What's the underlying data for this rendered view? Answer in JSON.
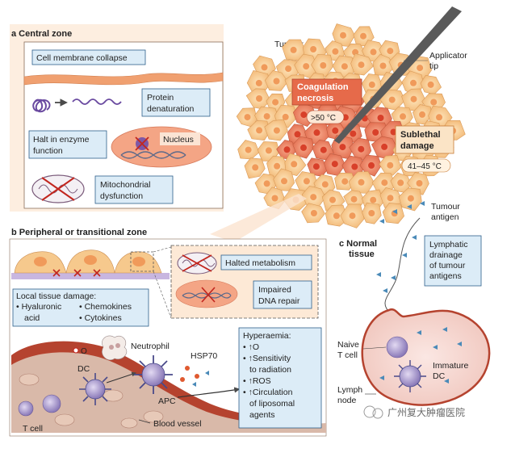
{
  "panel_a": {
    "title": "a  Central zone",
    "cell_membrane_collapse": "Cell membrane collapse",
    "protein_denaturation": [
      "Protein",
      "denaturation"
    ],
    "halt_enzyme": [
      "Halt in enzyme",
      "function"
    ],
    "nucleus": "Nucleus",
    "mito_dysfunction": [
      "Mitochondrial",
      "dysfunction"
    ]
  },
  "tumour": {
    "tumour_cell": "Tumour cell",
    "applicator_tip": [
      "Applicator",
      "tip"
    ],
    "coagulation_necrosis": [
      "Coagulation",
      "necrosis"
    ],
    "temp_high": ">50 °C",
    "sublethal_damage": [
      "Sublethal",
      "damage"
    ],
    "temp_mid": "41–45 °C",
    "tumour_antigen": [
      "Tumour",
      "antigen"
    ]
  },
  "panel_b": {
    "title": "b  Peripheral or transitional zone",
    "halted_metabolism": "Halted metabolism",
    "impaired_dna_repair": [
      "Impaired",
      "DNA repair"
    ],
    "local_damage_title": "Local tissue damage:",
    "local_damage_items": [
      "• Hyaluronic",
      "• Chemokines",
      "acid",
      "• Cytokines"
    ],
    "neutrophil": "Neutrophil",
    "o2_radical": "O",
    "hsp70": "HSP70",
    "dc": "DC",
    "apc": "APC",
    "t_cell": "T cell",
    "blood_vessel": "Blood vessel",
    "hyperaemia_title": "Hyperaemia:",
    "hyperaemia_items": [
      "• ↑O",
      "• ↑Sensitivity",
      "to radiation",
      "• ↑ROS",
      "• ↑Circulation",
      "of liposomal",
      "agents"
    ]
  },
  "panel_c": {
    "title": [
      "c  Normal",
      "tissue"
    ],
    "lymphatic_drainage": [
      "Lymphatic",
      "drainage",
      "of tumour",
      "antigens"
    ],
    "naive_t_cell": [
      "Naive",
      "T cell"
    ],
    "immature_dc": [
      "Immature",
      "DC"
    ],
    "lymph_node": [
      "Lymph",
      "node"
    ]
  },
  "watermark": "广州复大肿瘤医院",
  "colors": {
    "blue_box": "#dcecf7",
    "tan_box": "#fbe4c6",
    "vessel": "#b5432f",
    "tumour_cell": "#f6c98d",
    "necrosis": "#ef8a6a"
  }
}
